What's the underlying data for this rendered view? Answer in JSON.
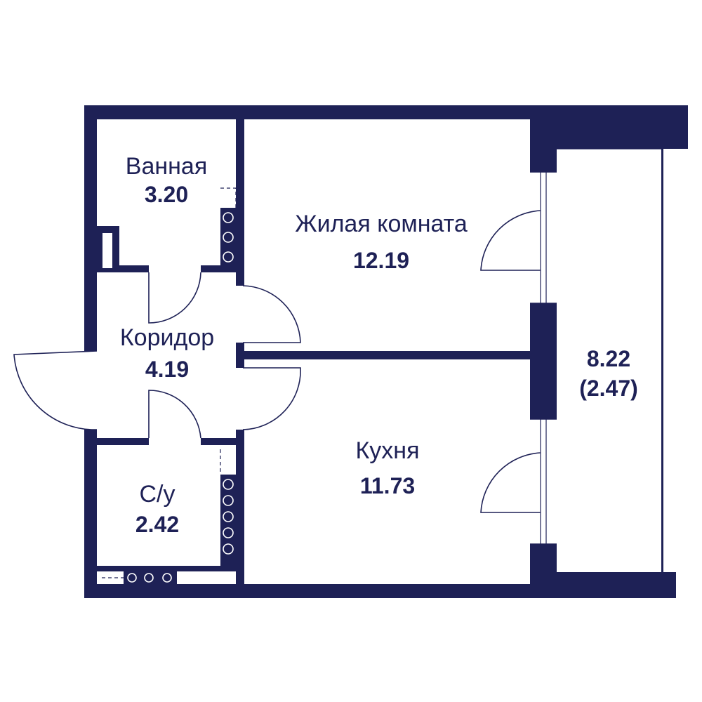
{
  "colors": {
    "wall": "#1e2156",
    "background": "#ffffff"
  },
  "rooms": {
    "bath": {
      "name": "Ванная",
      "area": "3.20"
    },
    "living": {
      "name": "Жилая комната",
      "area": "12.19"
    },
    "corridor": {
      "name": "Коридор",
      "area": "4.19"
    },
    "wc": {
      "name": "С/у",
      "area": "2.42"
    },
    "kitchen": {
      "name": "Кухня",
      "area": "11.73"
    },
    "balcony": {
      "area": "8.22",
      "area_reduced": "(2.47)"
    }
  }
}
